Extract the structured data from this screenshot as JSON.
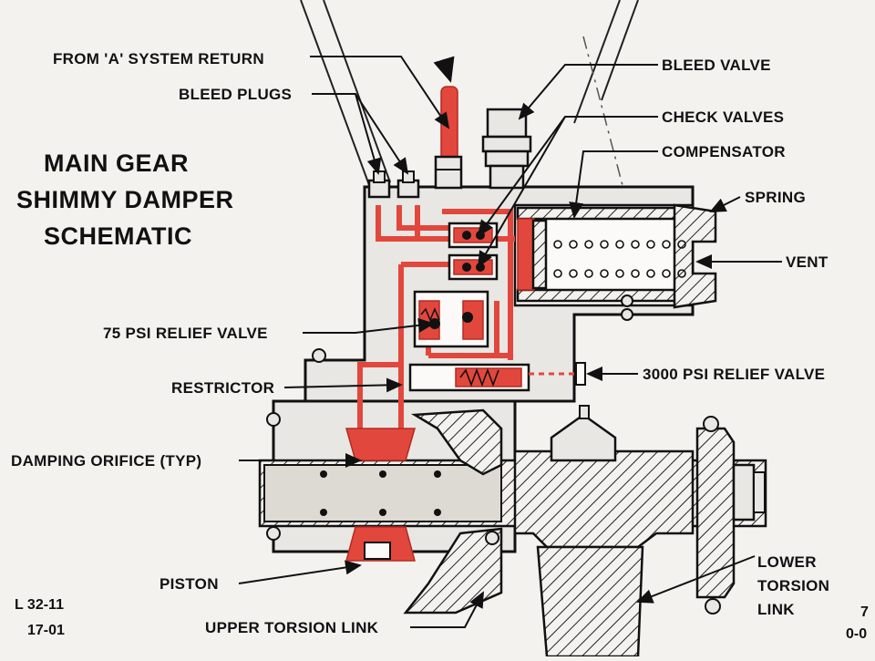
{
  "title": {
    "line1": "MAIN GEAR",
    "line2": "SHIMMY DAMPER",
    "line3": "SCHEMATIC"
  },
  "labels": {
    "from_a_system_return": "FROM 'A' SYSTEM RETURN",
    "bleed_plugs": "BLEED PLUGS",
    "bleed_valve": "BLEED VALVE",
    "check_valves": "CHECK VALVES",
    "compensator": "COMPENSATOR",
    "spring": "SPRING",
    "vent": "VENT",
    "relief_75": "75 PSI RELIEF VALVE",
    "restrictor": "RESTRICTOR",
    "relief_3000": "3000 PSI RELIEF VALVE",
    "damping_orifice": "DAMPING ORIFICE (TYP)",
    "piston": "PISTON",
    "lower_torsion_link_1": "LOWER",
    "lower_torsion_link_2": "TORSION",
    "lower_torsion_link_3": "LINK",
    "upper_torsion_link": "UPPER TORSION LINK"
  },
  "refs": {
    "left_1": "L 32-11",
    "left_2": "17-01",
    "right_1": "7",
    "right_2": "0-0"
  },
  "colors": {
    "hydraulic_fluid": "#e2473d",
    "outline": "#111111",
    "background": "#f4f2ef"
  }
}
